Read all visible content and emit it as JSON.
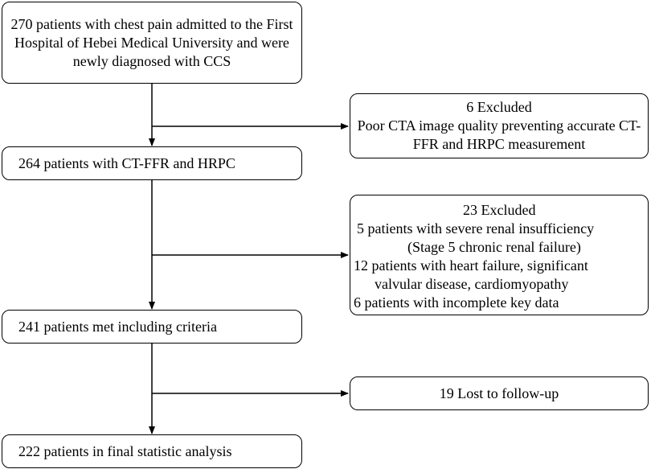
{
  "boxes": {
    "start": {
      "lines": [
        "270 patients with chest pain admitted to the First",
        "Hospital of Hebei Medical University and were",
        "newly diagnosed with CCS"
      ]
    },
    "excluded_1": {
      "lines": [
        "6 Excluded",
        "Poor CTA image quality preventing accurate CT-",
        "FFR and HRPC measurement"
      ]
    },
    "step_2": {
      "text": "264 patients with CT-FFR and HRPC"
    },
    "excluded_2": {
      "title": "23 Excluded",
      "lines": [
        "5  patients with severe renal insufficiency",
        "(Stage 5 chronic renal failure)",
        "12 patients with heart failure, significant",
        "valvular disease, cardiomyopathy",
        "6 patients with incomplete key data"
      ]
    },
    "step_3": {
      "text": "241 patients met including criteria"
    },
    "excluded_3": {
      "text": "19 Lost to follow-up"
    },
    "final": {
      "text": "222 patients in final statistic analysis"
    }
  }
}
